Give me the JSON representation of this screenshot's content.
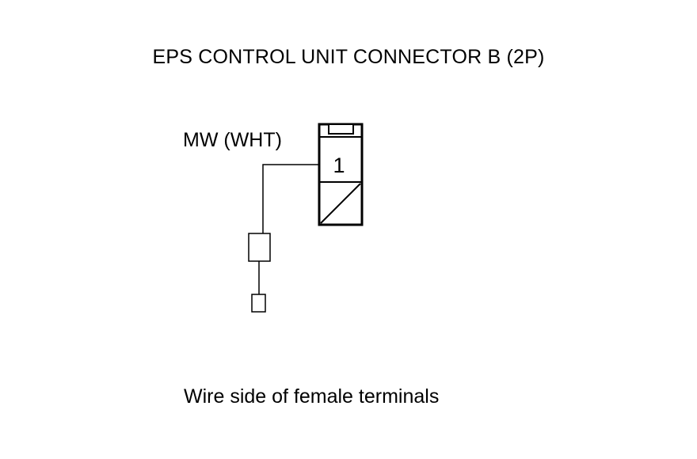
{
  "diagram": {
    "title": "EPS CONTROL UNIT CONNECTOR B (2P)",
    "wire_label": "MW (WHT)",
    "terminal_number": "1",
    "caption": "Wire side of female terminals"
  }
}
